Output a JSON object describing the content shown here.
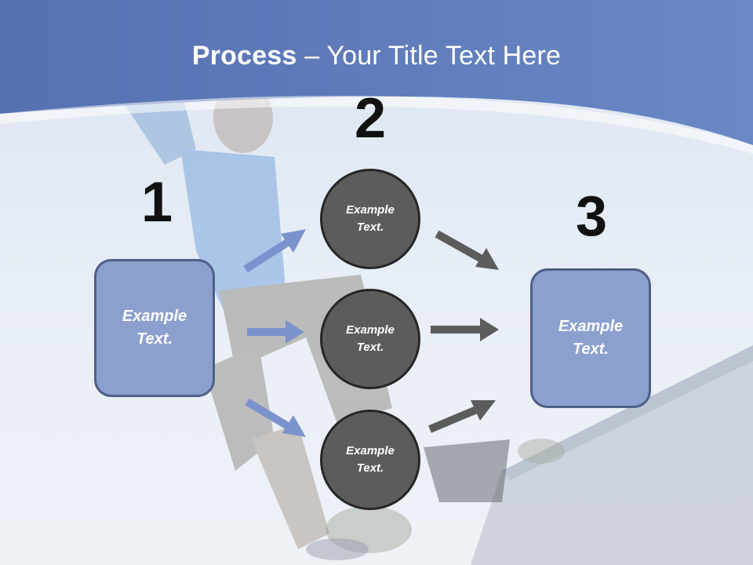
{
  "title": {
    "bold": "Process",
    "rest": " – Your Title Text Here"
  },
  "steps": [
    {
      "number": "1"
    },
    {
      "number": "2"
    },
    {
      "number": "3"
    }
  ],
  "left_box": {
    "text": "Example\nText."
  },
  "right_box": {
    "text": "Example\nText."
  },
  "circles": [
    {
      "text": "Example\nText."
    },
    {
      "text": "Example\nText."
    },
    {
      "text": "Example\nText."
    }
  ],
  "colors": {
    "header_blue": "#5f7dbd",
    "box_fill": "#8ba0cf",
    "box_border": "#4e5f86",
    "circle_fill": "#5c5c5c",
    "circle_border": "#262626",
    "arrow_blue": "#7b93cd",
    "arrow_gray": "#5c5c5c"
  }
}
